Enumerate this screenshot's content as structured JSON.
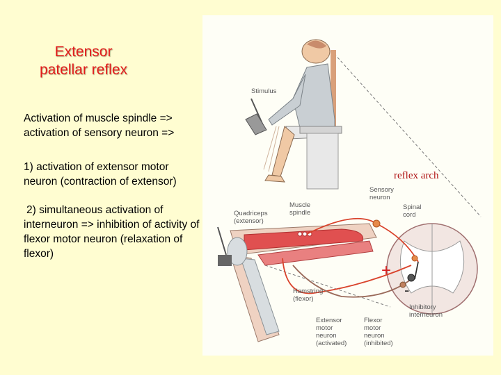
{
  "title": {
    "line1": "Extensor",
    "line2": "patellar reflex"
  },
  "text": {
    "p1": [
      "Activation of muscle spindle =>",
      "activation of sensory neuron =>"
    ],
    "p2": [
      "1) activation of extensor motor",
      "neuron (contraction of extensor)"
    ],
    "p3": [
      "2) simultaneous activation of",
      "interneuron => inhibition of activity of",
      "flexor motor neuron (relaxation of",
      "flexor)"
    ]
  },
  "figure": {
    "stimulus": "Stimulus",
    "reflex_arch": "reflex arch",
    "sensory_neuron": [
      "Sensory",
      "neuron"
    ],
    "muscle_spindle": [
      "Muscle",
      "spindle"
    ],
    "quadriceps": [
      "Quadriceps",
      "(extensor)"
    ],
    "spinal_cord": [
      "Spinal",
      "cord"
    ],
    "hamstring": [
      "Hamstring",
      "(flexor)"
    ],
    "inhibitory_interneuron": [
      "Inhibitory",
      "interneuron"
    ],
    "extensor_motor_neuron": [
      "Extensor",
      "motor",
      "neuron",
      "(activated)"
    ],
    "flexor_motor_neuron": [
      "Flexor",
      "motor",
      "neuron",
      "(inhibited)"
    ],
    "plus_sign": "+",
    "minus_sign": "-"
  },
  "colors": {
    "background": "#fffdd1",
    "title": "#e31b1b",
    "nerve": "#d9432c",
    "muscle": "#e05050",
    "figure_background": "#fefef6"
  }
}
